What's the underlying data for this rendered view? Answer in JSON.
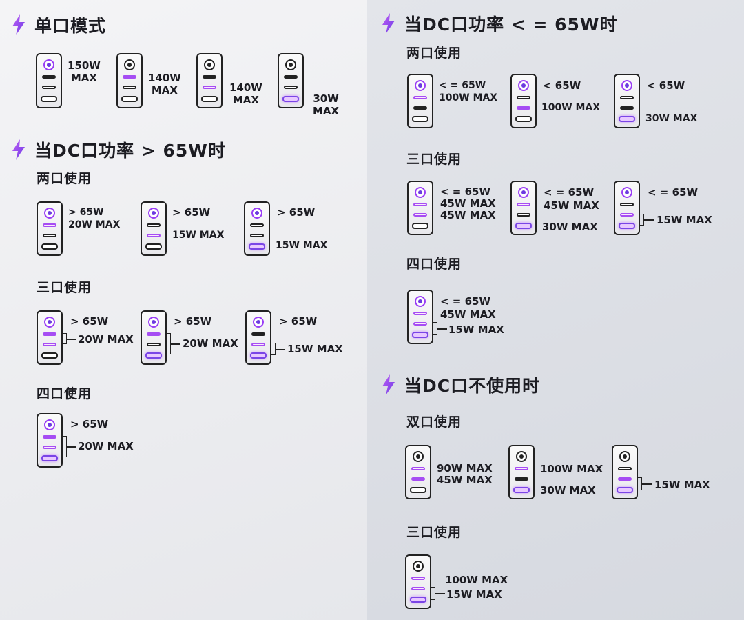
{
  "colors": {
    "accent": "#8b45f0",
    "port_active": "#a64df3",
    "text": "#1c1c22"
  },
  "icons": {
    "section": "lightning-icon",
    "dc_port": "dc-port-icon",
    "usb_port": "usb-port-icon"
  },
  "left": {
    "single": {
      "title": "单口模式",
      "l1": "150W\nMAX",
      "l2": "140W\nMAX",
      "l3": "140W\nMAX",
      "l4": "30W\nMAX"
    },
    "gt65": {
      "title": "当DC口功率 > 65W时",
      "two": {
        "title": "两口使用",
        "a": "> 65W\n20W MAX",
        "b1": "> 65W",
        "b2": "15W MAX",
        "c1": "> 65W",
        "c2": "15W MAX"
      },
      "three": {
        "title": "三口使用",
        "a1": "> 65W",
        "a2": "20W MAX",
        "b1": "> 65W",
        "b2": "20W MAX",
        "c1": "> 65W",
        "c2": "15W MAX"
      },
      "four": {
        "title": "四口使用",
        "a1": "> 65W",
        "a2": "20W MAX"
      }
    }
  },
  "right": {
    "le65": {
      "title": "当DC口功率 < = 65W时",
      "two": {
        "title": "两口使用",
        "a": "< = 65W\n100W MAX",
        "b1": "< 65W",
        "b2": "100W MAX",
        "c1": "< 65W",
        "c2": "30W MAX"
      },
      "three": {
        "title": "三口使用",
        "a": "< = 65W\n45W MAX\n45W MAX",
        "b1": "< = 65W\n45W MAX",
        "b2": "30W MAX",
        "c1": "< = 65W",
        "c2": "15W MAX"
      },
      "four": {
        "title": "四口使用",
        "a": "< = 65W\n45W MAX",
        "a2": "15W MAX"
      }
    },
    "nodc": {
      "title": "当DC口不使用时",
      "two": {
        "title": "双口使用",
        "a": "90W MAX\n45W MAX",
        "b1": "100W MAX",
        "b2": "30W MAX",
        "c1": "15W MAX"
      },
      "three": {
        "title": "三口使用",
        "a1": "100W MAX",
        "a2": "15W MAX"
      }
    }
  }
}
